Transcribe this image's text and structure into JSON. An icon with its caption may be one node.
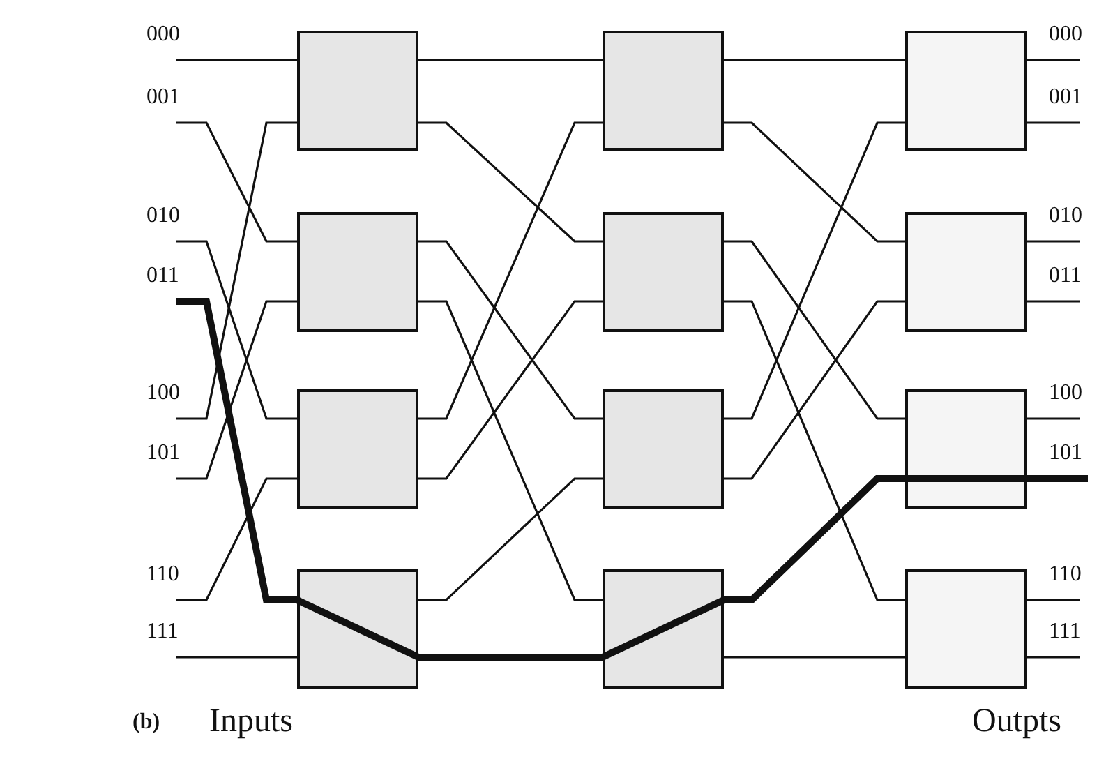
{
  "diagram": {
    "nodes": [
      {
        "text": [],
        "shape": "box"
      },
      {
        "text": [],
        "shape": "box"
      },
      {
        "text": [],
        "shape": "box"
      },
      {
        "text": [],
        "shape": "box"
      },
      {
        "text": [],
        "shape": "box"
      },
      {
        "text": [],
        "shape": "box"
      },
      {
        "text": [],
        "shape": "box"
      },
      {
        "text": [],
        "shape": "box"
      },
      {
        "text": [],
        "shape": "box"
      },
      {
        "text": [],
        "shape": "box"
      },
      {
        "text": [],
        "shape": "box"
      },
      {
        "text": [],
        "shape": "box"
      }
    ],
    "edges": [
      {
        "from": null,
        "to": 0,
        "arrow": "none"
      },
      {
        "from": null,
        "to": 1,
        "arrow": "none"
      },
      {
        "from": null,
        "to": 2,
        "arrow": "none"
      },
      {
        "from": null,
        "to": 3,
        "arrow": "none",
        "style": "thick"
      },
      {
        "from": null,
        "to": 0,
        "arrow": "none"
      },
      {
        "from": null,
        "to": 1,
        "arrow": "none"
      },
      {
        "from": null,
        "to": 2,
        "arrow": "none"
      },
      {
        "from": null,
        "to": 3,
        "arrow": "none"
      },
      {
        "from": 0,
        "to": 4,
        "arrow": "none"
      },
      {
        "from": 0,
        "to": 5,
        "arrow": "none"
      },
      {
        "from": 1,
        "to": 6,
        "arrow": "none"
      },
      {
        "from": 1,
        "to": 7,
        "arrow": "none"
      },
      {
        "from": 2,
        "to": 4,
        "arrow": "none"
      },
      {
        "from": 2,
        "to": 5,
        "arrow": "none"
      },
      {
        "from": 3,
        "to": 6,
        "arrow": "none"
      },
      {
        "from": 3,
        "to": 7,
        "arrow": "none",
        "style": "thick"
      },
      {
        "from": 4,
        "to": 8,
        "arrow": "none"
      },
      {
        "from": 4,
        "to": 9,
        "arrow": "none"
      },
      {
        "from": 5,
        "to": 10,
        "arrow": "none"
      },
      {
        "from": 5,
        "to": 11,
        "arrow": "none"
      },
      {
        "from": 6,
        "to": 8,
        "arrow": "none"
      },
      {
        "from": 6,
        "to": 9,
        "arrow": "none"
      },
      {
        "from": 7,
        "to": 10,
        "arrow": "none",
        "style": "thick"
      },
      {
        "from": 7,
        "to": 11,
        "arrow": "none"
      },
      {
        "from": 8,
        "to": null,
        "arrow": "none"
      },
      {
        "from": 8,
        "to": null,
        "arrow": "none"
      },
      {
        "from": 9,
        "to": null,
        "arrow": "none"
      },
      {
        "from": 9,
        "to": null,
        "arrow": "none"
      },
      {
        "from": 10,
        "to": null,
        "arrow": "none"
      },
      {
        "from": 10,
        "to": null,
        "arrow": "none",
        "style": "thick"
      },
      {
        "from": 11,
        "to": null,
        "arrow": "none"
      },
      {
        "from": 11,
        "to": null,
        "arrow": "none"
      }
    ],
    "labels": [
      "000",
      "000",
      "001",
      "001",
      "010",
      "010",
      "011",
      "011",
      "100",
      "100",
      "101",
      "101",
      "110",
      "110",
      "111",
      "111",
      "(b)",
      "Inputs",
      "Outpts"
    ]
  }
}
